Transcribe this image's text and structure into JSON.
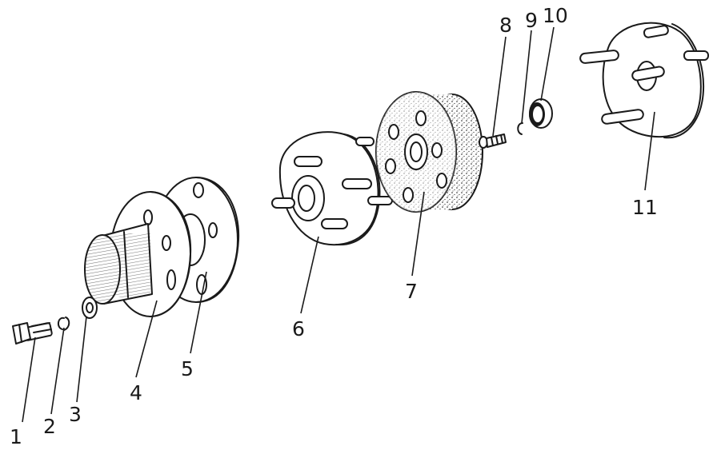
{
  "callouts": {
    "p1": "1",
    "p2": "2",
    "p3": "3",
    "p4": "4",
    "p5": "5",
    "p6": "6",
    "p7": "7",
    "p8": "8",
    "p9": "9",
    "p10": "10",
    "p11": "11"
  },
  "colors": {
    "ink": "#1a1a1a",
    "paper": "#ffffff",
    "shade": "#d9d9d9"
  }
}
